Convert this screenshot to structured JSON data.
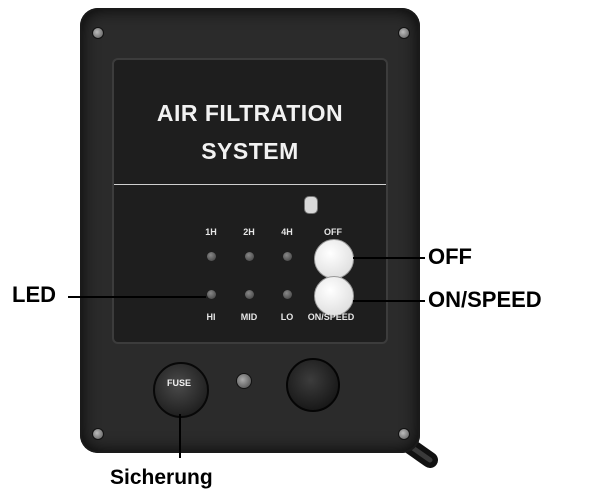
{
  "panel": {
    "title_line1": "AIR FILTRATION",
    "title_line2": "SYSTEM",
    "timer_labels": [
      "1H",
      "2H",
      "4H"
    ],
    "speed_labels": [
      "HI",
      "MID",
      "LO"
    ],
    "off_button_label": "OFF",
    "on_speed_button_label": "ON/SPEED"
  },
  "fuse_holder_label": "FUSE",
  "callouts": {
    "led": "LED",
    "off": "OFF",
    "on_speed": "ON/SPEED",
    "fuse": "Sicherung"
  },
  "colors": {
    "housing": "#2b2b2b",
    "panel": "#1e1e1e",
    "button": "#ffffff",
    "led_off": "#555555"
  }
}
